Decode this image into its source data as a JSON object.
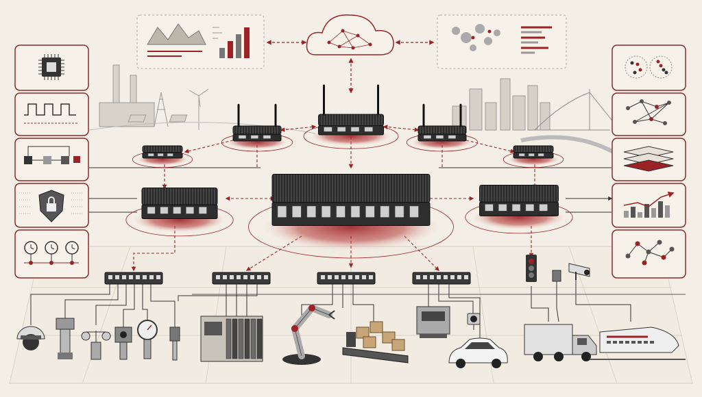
{
  "colors": {
    "accent": "#9b2226",
    "ink": "#3a3a3a",
    "device": "#2e2e2e",
    "paper": "#f4efe6"
  },
  "cloud": {
    "icon": "cloud-network-icon"
  },
  "dashboards": [
    {
      "icon": "analytics-dashboard-icon"
    },
    {
      "icon": "world-map-dashboard-icon"
    }
  ],
  "left_panels": [
    {
      "icon": "processor-chip-icon"
    },
    {
      "icon": "square-wave-signal-icon"
    },
    {
      "icon": "logic-flow-icon"
    },
    {
      "icon": "padlock-shield-icon"
    },
    {
      "icon": "timer-clocks-icon"
    }
  ],
  "right_panels": [
    {
      "icon": "cluster-scatter-icon"
    },
    {
      "icon": "mesh-network-icon"
    },
    {
      "icon": "stacked-layers-icon"
    },
    {
      "icon": "bar-trend-chart-icon"
    },
    {
      "icon": "node-graph-icon"
    }
  ],
  "gateways": [
    {
      "name": "central-edge-gateway",
      "antennas": 0
    },
    {
      "name": "cloud-uplink-router",
      "antennas": 2
    },
    {
      "name": "left-wireless-router",
      "antennas": 2
    },
    {
      "name": "right-wireless-router",
      "antennas": 2
    },
    {
      "name": "left-mini-gateway",
      "antennas": 0
    },
    {
      "name": "right-mini-gateway",
      "antennas": 0
    },
    {
      "name": "left-edge-box",
      "antennas": 0
    },
    {
      "name": "right-edge-box",
      "antennas": 0
    }
  ],
  "switches": [
    {
      "name": "switch-sensors"
    },
    {
      "name": "switch-plc"
    },
    {
      "name": "switch-robotics"
    },
    {
      "name": "switch-machines"
    }
  ],
  "field_devices": [
    {
      "icon": "dome-camera-icon"
    },
    {
      "icon": "pressure-transmitter-icon"
    },
    {
      "icon": "anemometer-icon"
    },
    {
      "icon": "level-sensor-icon"
    },
    {
      "icon": "pressure-gauge-icon"
    },
    {
      "icon": "probe-sensor-icon"
    },
    {
      "icon": "plc-rack-icon"
    },
    {
      "icon": "robot-arm-icon"
    },
    {
      "icon": "conveyor-boxes-icon"
    },
    {
      "icon": "industrial-machine-icon"
    },
    {
      "icon": "security-camera-icon"
    },
    {
      "icon": "car-icon"
    },
    {
      "icon": "traffic-light-icon"
    },
    {
      "icon": "cctv-camera-icon"
    },
    {
      "icon": "truck-icon"
    },
    {
      "icon": "bullet-train-icon"
    }
  ],
  "background": {
    "left_scene": "factory-skyline-icon",
    "right_scene": "city-bridge-skyline-icon"
  }
}
